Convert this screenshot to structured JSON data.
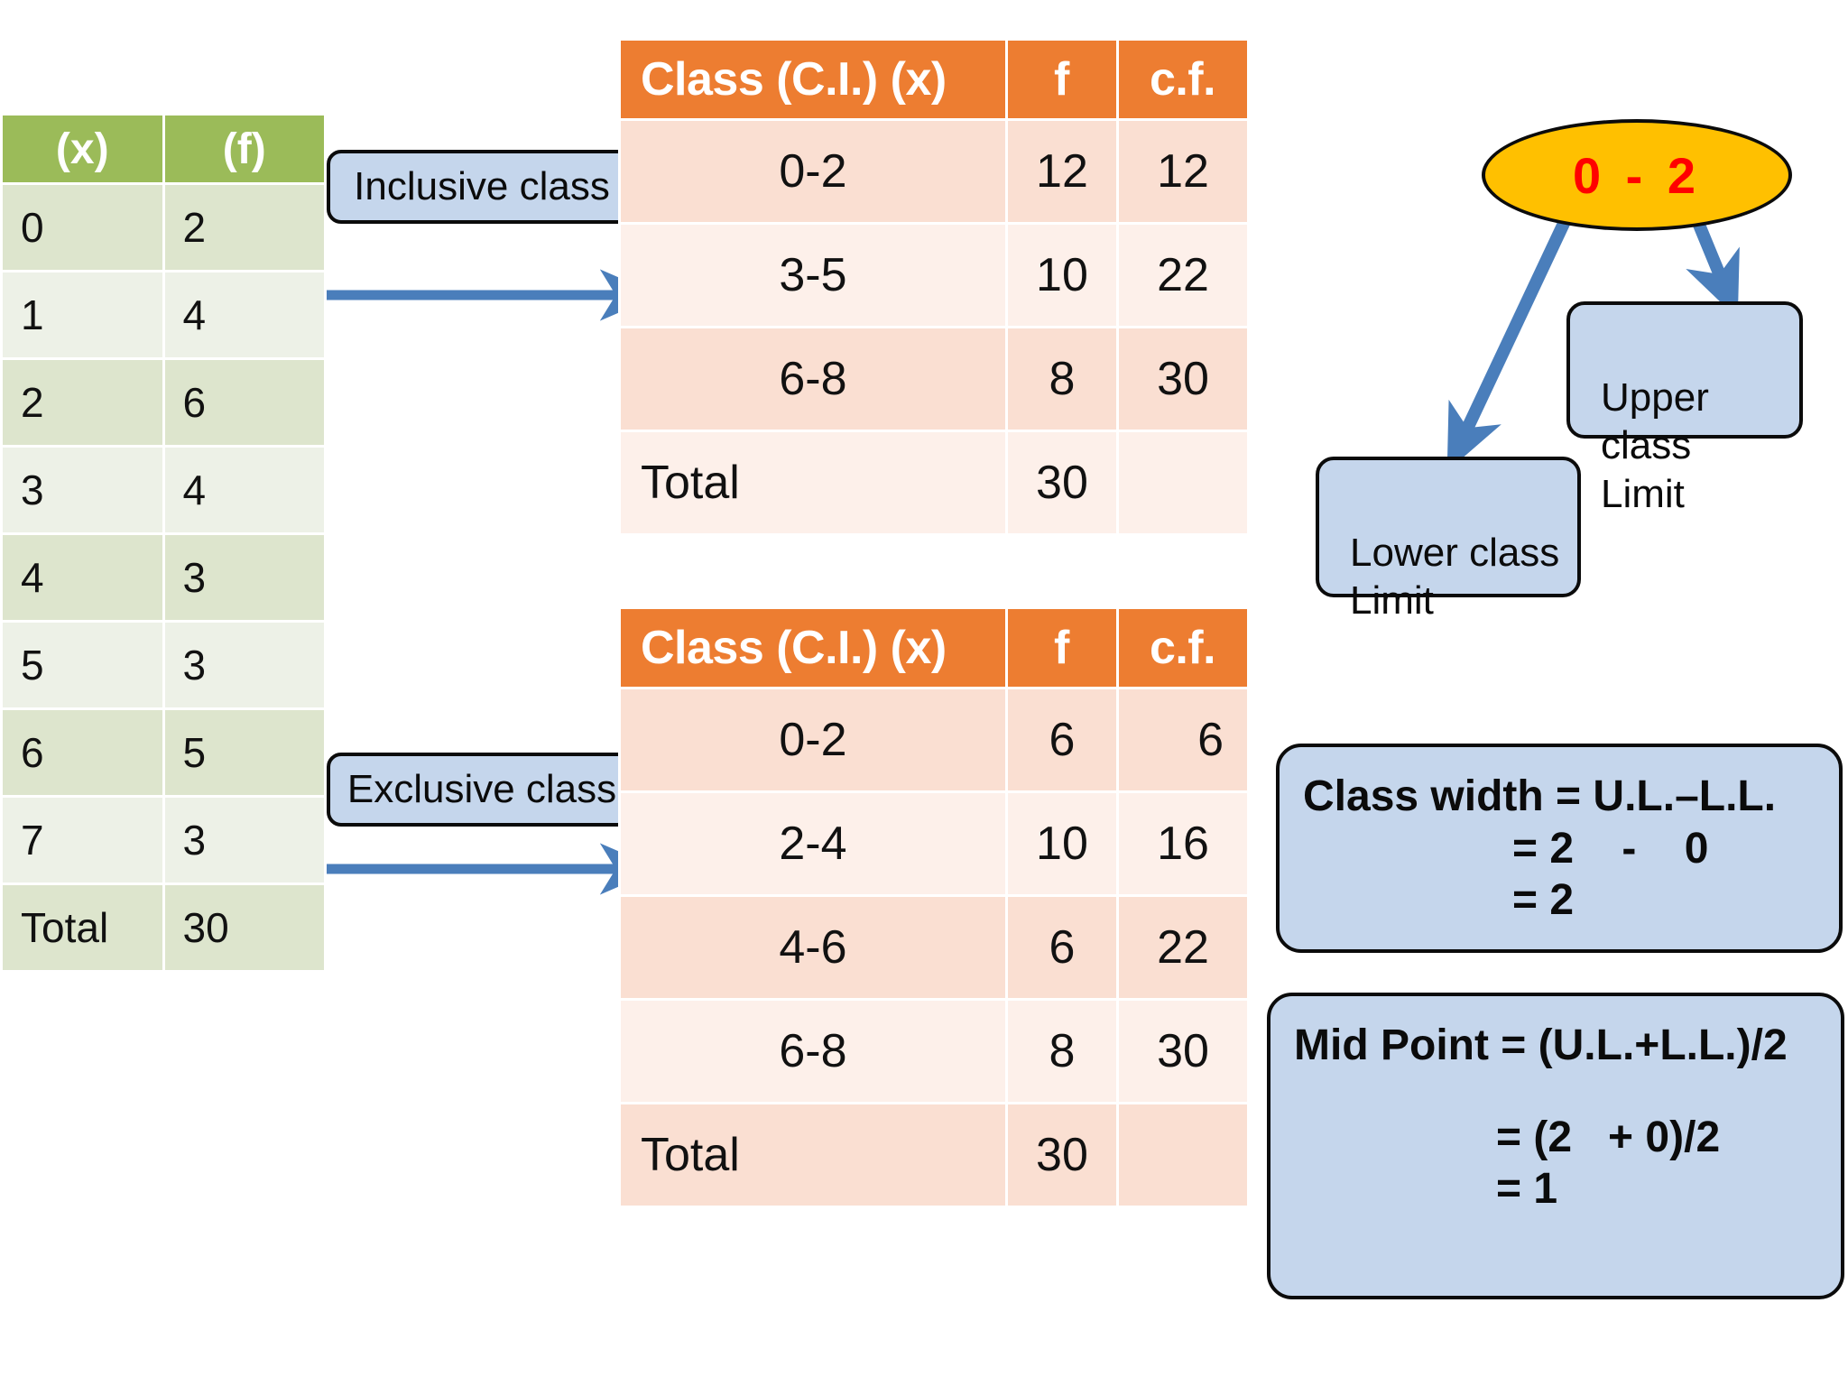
{
  "left_table": {
    "name": "ungrouped-frequency-table",
    "headers": [
      "(x)",
      "(f)"
    ],
    "rows": [
      [
        "0",
        "2"
      ],
      [
        "1",
        "4"
      ],
      [
        "2",
        "6"
      ],
      [
        "3",
        "4"
      ],
      [
        "4",
        "3"
      ],
      [
        "5",
        "3"
      ],
      [
        "6",
        "5"
      ],
      [
        "7",
        "3"
      ],
      [
        "Total",
        "30"
      ]
    ]
  },
  "labels": {
    "inclusive": "Inclusive class",
    "exclusive": "Exclusive class"
  },
  "inclusive_table": {
    "headers": [
      "Class (C.I.) (x)",
      "f",
      "c.f."
    ],
    "rows": [
      [
        "0-2",
        "12",
        "12"
      ],
      [
        "3-5",
        "10",
        "22"
      ],
      [
        "6-8",
        "8",
        "30"
      ]
    ],
    "total_label": "Total",
    "total_f": "30",
    "total_cf": ""
  },
  "exclusive_table": {
    "headers": [
      "Class (C.I.) (x)",
      "f",
      "c.f."
    ],
    "rows": [
      [
        "0-2",
        "6",
        "6"
      ],
      [
        "2-4",
        "10",
        "16"
      ],
      [
        "4-6",
        "6",
        "22"
      ],
      [
        "6-8",
        "8",
        "30"
      ]
    ],
    "total_label": "Total",
    "total_f": "30",
    "total_cf": ""
  },
  "ellipse": {
    "text": "0 - 2"
  },
  "limit_boxes": {
    "upper": "Upper class\nLimit",
    "lower": "Lower class\nLimit"
  },
  "class_width_box": {
    "line1": "Class width = U.L.–L.L.",
    "line2": "= 2    -    0",
    "line3": "= 2"
  },
  "mid_point_box": {
    "line1": "Mid Point = (U.L.+L.L.)/2",
    "line2": "= (2   + 0)/2",
    "line3": "= 1"
  },
  "colors": {
    "green_header": "#9BBB59",
    "green_band_a": "#DDE5CD",
    "green_band_b": "#EDF1E7",
    "orange_header": "#ED7D31",
    "orange_band_a": "#FADFD2",
    "orange_band_b": "#FDF0EA",
    "callout_fill": "#C5D6EC",
    "ellipse_fill": "#FFC000",
    "ellipse_text": "#FF0000",
    "arrow": "#4A7EBB"
  }
}
